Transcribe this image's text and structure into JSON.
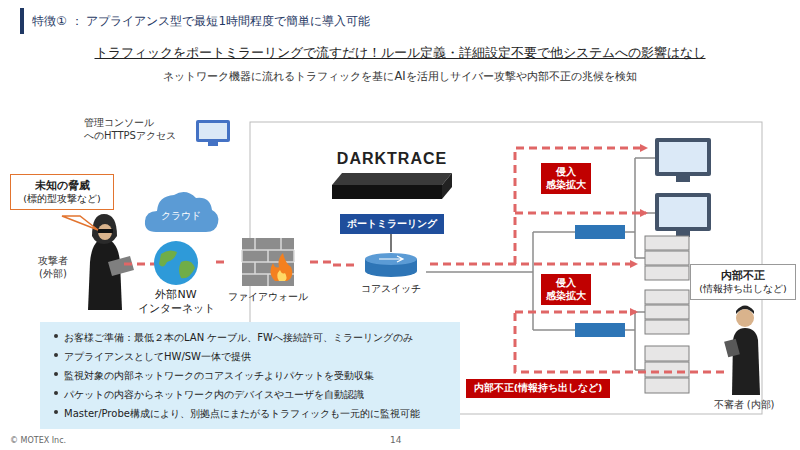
{
  "diagram": {
    "title": "特徴① ： アプライアンス型で最短1時間程度で簡単に導入可能",
    "nodes": [
      {
        "text": [
          "未知の脅威",
          "(標的型攻撃など)"
        ]
      },
      {
        "text": [
          "クラウド"
        ]
      },
      {
        "text": [
          "外部NW インターネット"
        ]
      },
      {
        "text": [
          "ファイアウォール"
        ]
      },
      {
        "text": [
          "DARKTRACE"
        ]
      },
      {
        "text": [
          "ポートミラーリング"
        ]
      },
      {
        "text": [
          "コアスイッチ"
        ]
      },
      {
        "text": [
          "侵入 感染拡大"
        ]
      },
      {
        "text": [
          "侵入 感染拡大"
        ]
      },
      {
        "text": [
          "内部不正",
          "(情報持ち出しなど)"
        ]
      },
      {
        "text": [
          "内部不正(情報持ち出しなど)"
        ]
      },
      {
        "text": [
          "お客様ご準備：最低２本のLAN ケーブル、FWへ接続許可、ミラーリングのみ",
          "アプライアンスとしてHW/SW一体で提供",
          "監視対象の内部ネットワークのコアスイッチよりパケットを受動収集",
          "パケットの内容からネットワーク内のデバイスやユーザを自動認識",
          "Master/Probe構成により、別拠点にまたがるトラフィックも一元的に監視可能"
        ]
      }
    ],
    "edges": [
      {
        "from": 2,
        "to": 3,
        "arrow": "none"
      },
      {
        "from": 3,
        "to": 6,
        "arrow": "none"
      },
      {
        "from": 6,
        "to": 5,
        "arrow": "none"
      }
    ],
    "labels": [
      "トラフィックをポートミラーリングで流すだけ！ルール定義・詳細設定不要で他システムへの影響はなし",
      "ネットワーク機器に流れるトラフィックを基にAIを活用しサイバー攻撃や内部不正の兆候を検知",
      "管理コンソール へのHTTPSアクセス",
      "攻撃者 (外部)",
      "不審者 (内部)",
      "© MOTEX Inc.",
      "14"
    ]
  }
}
